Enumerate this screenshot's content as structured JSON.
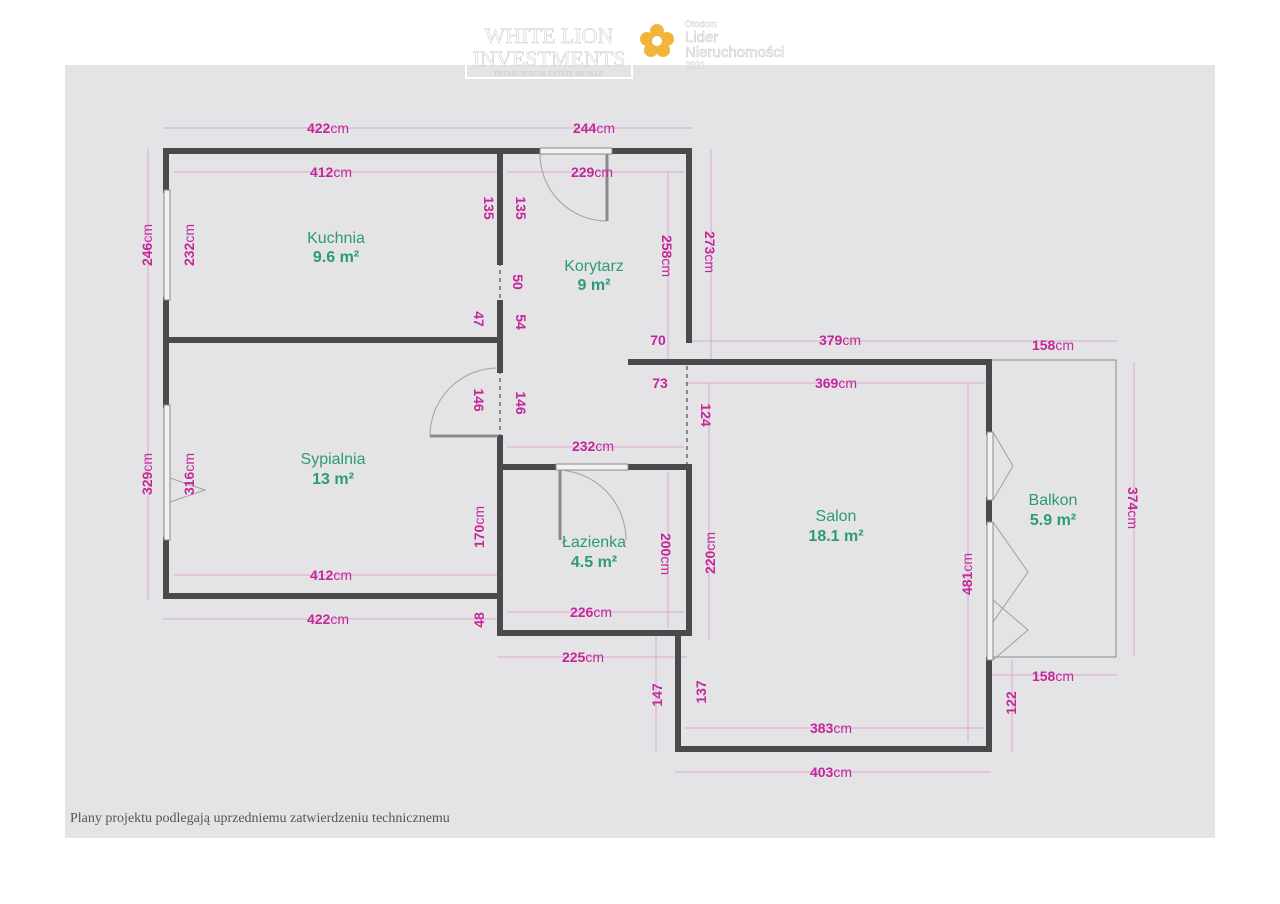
{
  "colors": {
    "background": "#e4e4e6",
    "wall": "#4a4a4c",
    "dimension": "#c4279a",
    "room_label": "#2c9a78",
    "logo": "#ffffff",
    "award": "#f2b53a"
  },
  "header": {
    "logo_line1": "WHITE LION",
    "logo_line2": "INVESTMENTS",
    "logo_tagline": "PREMIUM REAL ESTATE BROKER",
    "award_small": "Otodom",
    "award_line1": "Lider",
    "award_line2": "Nieruchomości",
    "award_year": "2021"
  },
  "units": {
    "cm": "cm",
    "m2": "m²"
  },
  "rooms": {
    "kuchnia": {
      "name": "Kuchnia",
      "area": "9.6"
    },
    "korytarz": {
      "name": "Korytarz",
      "area": "9"
    },
    "sypialnia": {
      "name": "Sypialnia",
      "area": "13"
    },
    "lazienka": {
      "name": "Łazienka",
      "area": "4.5"
    },
    "salon": {
      "name": "Salon",
      "area": "18.1"
    },
    "balkon": {
      "name": "Balkon",
      "area": "5.9"
    }
  },
  "dimensions": {
    "d422_top": "422",
    "d244_top": "244",
    "d412_k": "412",
    "d229": "229",
    "d135_a": "135",
    "d135_b": "135",
    "d50": "50",
    "d47": "47",
    "d54": "54",
    "d246": "246",
    "d232_k": "232",
    "d258": "258",
    "d273": "273",
    "d70": "70",
    "d73": "73",
    "d379": "379",
    "d158_top": "158",
    "d369": "369",
    "d146_a": "146",
    "d146_b": "146",
    "d124": "124",
    "d232_h": "232",
    "d329": "329",
    "d316": "316",
    "d170": "170",
    "d200": "200",
    "d220": "220",
    "d481": "481",
    "d374": "374",
    "d412_s": "412",
    "d422_bot": "422",
    "d48": "48",
    "d226": "226",
    "d225": "225",
    "d158_bot": "158",
    "d147": "147",
    "d137": "137",
    "d122": "122",
    "d383": "383",
    "d403": "403"
  },
  "footer": {
    "note": "Plany projektu podlegają uprzedniemu zatwierdzeniu technicznemu"
  }
}
